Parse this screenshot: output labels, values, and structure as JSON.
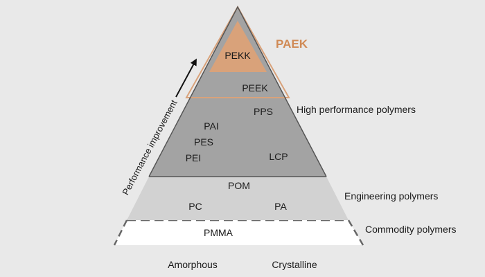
{
  "colors": {
    "background": "#e9e9e9",
    "high_performance_fill": "#a3a3a3",
    "engineering_fill": "#d2d2d2",
    "commodity_fill": "#ffffff",
    "paek_accent": "#d9a27a",
    "paek_text": "#d08a55",
    "outline": "#555555"
  },
  "highlight": {
    "title": "PAEK",
    "members": [
      "PEKK",
      "PEEK"
    ]
  },
  "tiers": {
    "high_performance": {
      "label": "High performance polymers",
      "polymers": {
        "pekk": "PEKK",
        "peek": "PEEK",
        "pps": "PPS",
        "pai": "PAI",
        "pes": "PES",
        "pei": "PEI",
        "lcp": "LCP"
      }
    },
    "engineering": {
      "label": "Engineering polymers",
      "polymers": {
        "pom": "POM",
        "pc": "PC",
        "pa": "PA"
      }
    },
    "commodity": {
      "label": "Commodity polymers",
      "polymers": {
        "pmma": "PMMA"
      }
    }
  },
  "arrow": {
    "label": "Performance improvement"
  },
  "axis": {
    "left": "Amorphous",
    "right": "Crystalline"
  }
}
